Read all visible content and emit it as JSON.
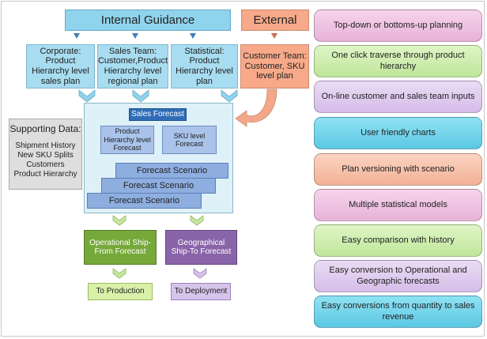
{
  "top": {
    "internal_title": "Internal Guidance",
    "external_title": "External"
  },
  "sources": {
    "corporate": "Corporate: Product Hierarchy level sales plan",
    "sales_team": "Sales Team: Customer,Product Hierarchy level regional plan",
    "statistical": "Statistical: Product Hierarchy level plan",
    "customer_team": "Customer Team: Customer, SKU level plan"
  },
  "panel": {
    "sales_forecast": "Sales Forecast",
    "product_hierarchy_forecast": "Product Hierarchy level Forecast",
    "sku_forecast": "SKU level Forecast",
    "scenarios": [
      "Forecast Scenario",
      "Forecast Scenario",
      "Forecast Scenario"
    ]
  },
  "supporting": {
    "title": "Supporting Data:",
    "items": [
      "Shipment History",
      "New SKU Splits",
      "Customers",
      "Product Hierarchy"
    ]
  },
  "outputs": {
    "operational": "Operational Ship-From Forecast",
    "geographical": "Geographical Ship-To Forecast",
    "to_production": "To Production",
    "to_deployment": "To Deployment"
  },
  "features": [
    {
      "label": "Top-down or bottoms-up planning",
      "color": "pink"
    },
    {
      "label": "One click traverse through product hierarchy",
      "color": "green"
    },
    {
      "label": "On-line customer and sales team inputs",
      "color": "purple"
    },
    {
      "label": "User friendly charts",
      "color": "cyan"
    },
    {
      "label": "Plan versioning with scenario",
      "color": "orange"
    },
    {
      "label": "Multiple statistical models",
      "color": "pink"
    },
    {
      "label": "Easy comparison with history",
      "color": "green"
    },
    {
      "label": "Easy conversion to Operational and Geographic forecasts",
      "color": "purple"
    },
    {
      "label": "Easy conversions from quantity to sales revenue",
      "color": "cyan"
    }
  ],
  "colors": {
    "header_blue": "#8fd3ec",
    "external_orange": "#f7a98a",
    "sales_forecast_blue": "#2f6db8",
    "operational_green": "#76a83a",
    "geographical_purple": "#8a64a8"
  }
}
